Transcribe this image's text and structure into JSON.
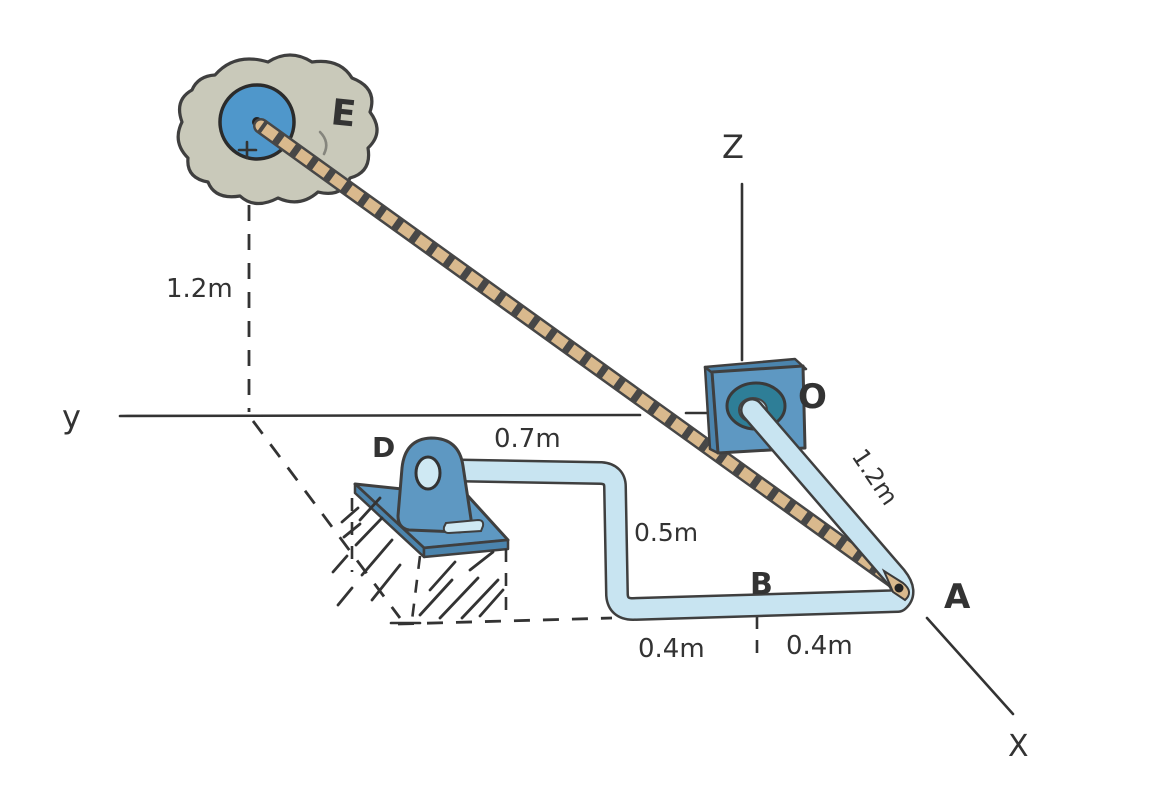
{
  "labels": {
    "axis_y": "y",
    "axis_z": "Z",
    "axis_x": "X",
    "point_e": "E",
    "point_o": "O",
    "point_a": "A",
    "point_b": "B",
    "point_d": "D"
  },
  "dims": {
    "wall_height": "1.2m",
    "top_run": "0.7m",
    "drop": "0.5m",
    "left_half": "0.4m",
    "right_half": "0.4m",
    "strut": "1.2m"
  },
  "colors": {
    "bg": "#ffffff",
    "ink": "#333333",
    "outline": "#3f3f3f",
    "pipe": "#c8e4f1",
    "pipe_hole": "#cfe9f3",
    "steel": "#5e98c2",
    "steel_dark": "#4b84ad",
    "disk": "#4f97cb",
    "teal": "#2e7e97",
    "blob": "#c9c9ba",
    "rope": "#d9b98d",
    "rope_dark": "#474747"
  }
}
